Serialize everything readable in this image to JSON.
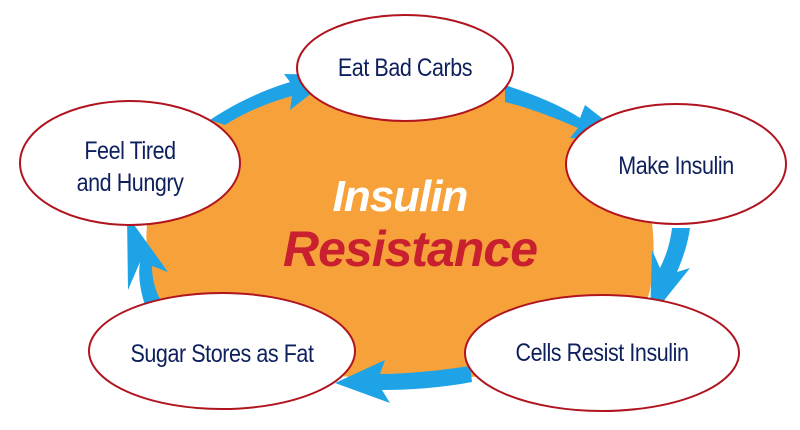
{
  "diagram": {
    "title": {
      "line1": "Insulin",
      "line2": "Resistance"
    },
    "colors": {
      "center_fill": "#f7a13b",
      "arrow": "#1ea4e6",
      "ellipse_stroke": "#b0141f",
      "ellipse_fill": "#ffffff",
      "node_text": "#0d1f5c",
      "title_line1": "#ffffff",
      "title_line2": "#c8202f"
    },
    "nodes": [
      {
        "id": "eat-bad-carbs",
        "label": "Eat Bad Carbs"
      },
      {
        "id": "make-insulin",
        "label": "Make Insulin"
      },
      {
        "id": "cells-resist-insulin",
        "label": "Cells Resist Insulin"
      },
      {
        "id": "sugar-stores-as-fat",
        "label": "Sugar Stores as Fat"
      },
      {
        "id": "feel-tired-and-hungry",
        "label": "Feel Tired\nand Hungry"
      }
    ],
    "edges": [
      {
        "from": "eat-bad-carbs",
        "to": "make-insulin"
      },
      {
        "from": "make-insulin",
        "to": "cells-resist-insulin"
      },
      {
        "from": "cells-resist-insulin",
        "to": "sugar-stores-as-fat"
      },
      {
        "from": "sugar-stores-as-fat",
        "to": "feel-tired-and-hungry"
      },
      {
        "from": "feel-tired-and-hungry",
        "to": "eat-bad-carbs"
      }
    ]
  }
}
